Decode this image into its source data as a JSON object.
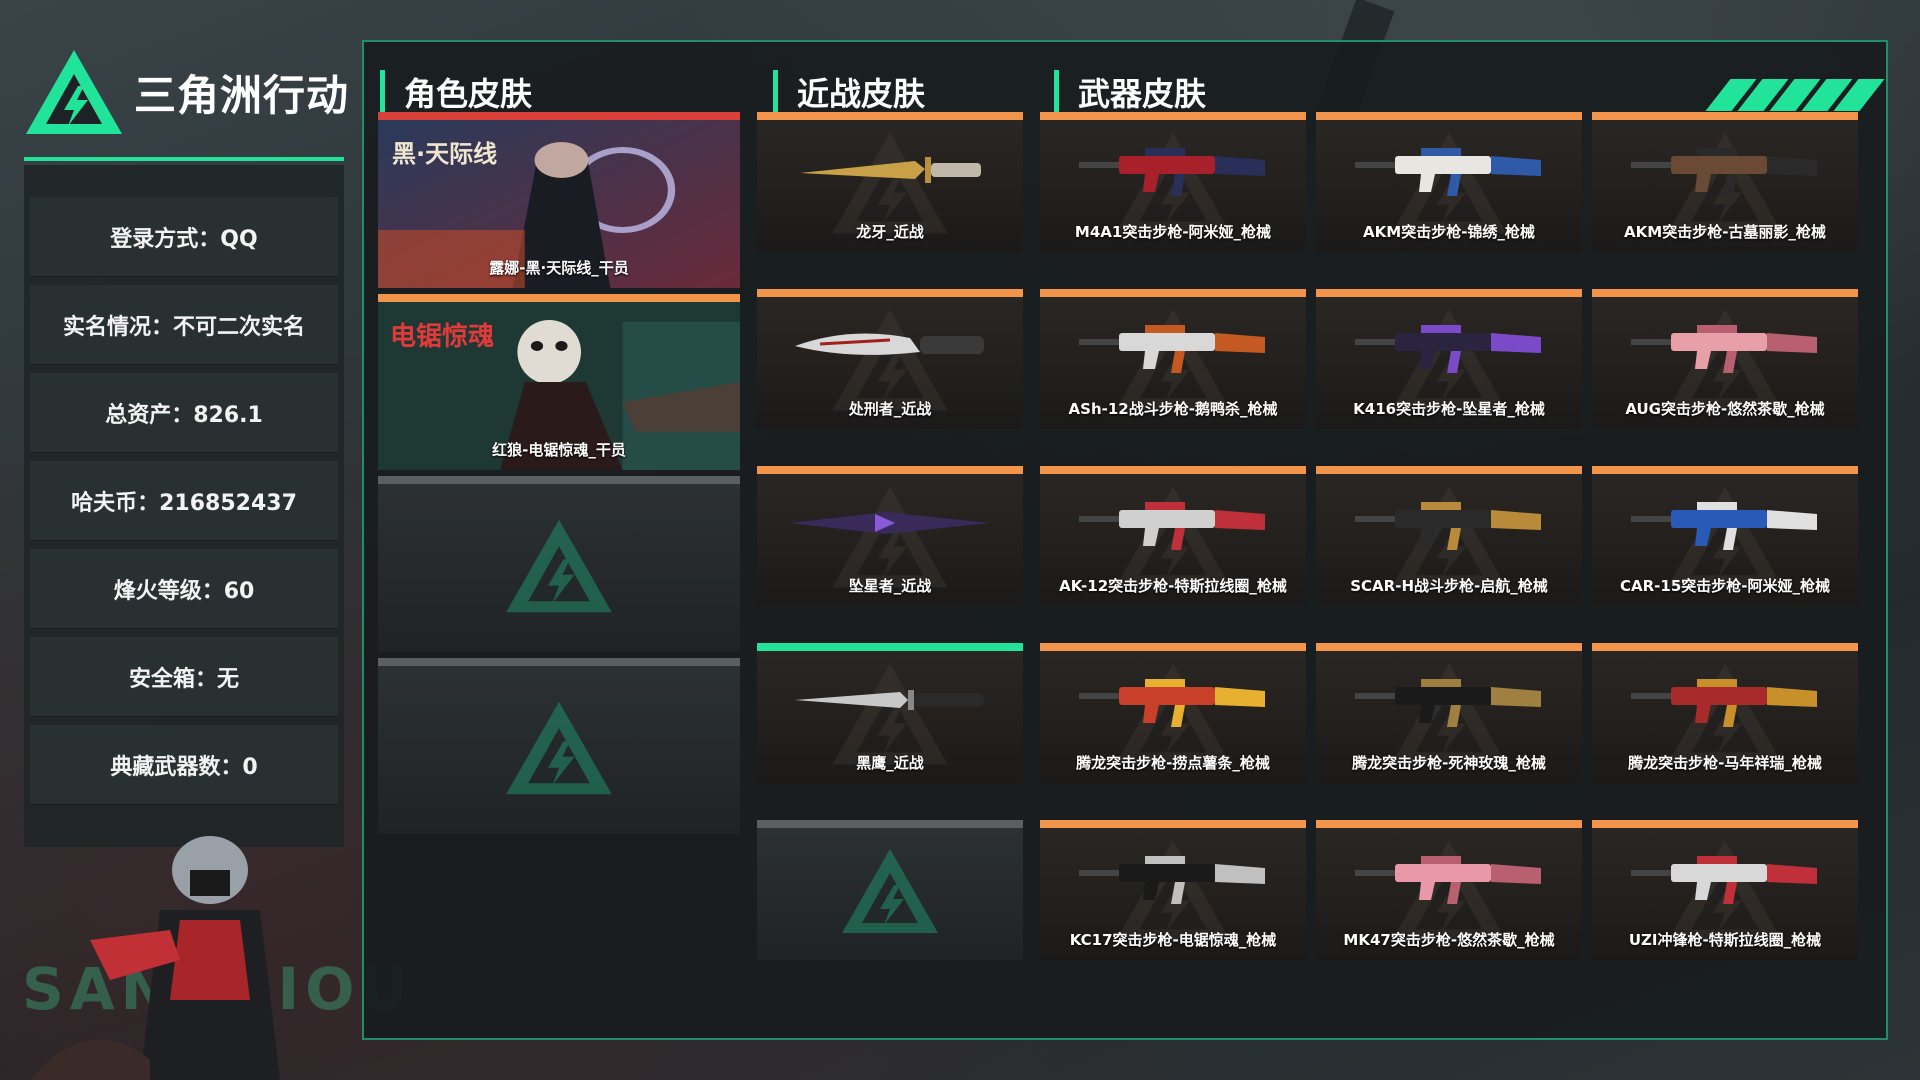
{
  "app": {
    "title": "三角洲行动",
    "watermark": "SANSHIOU"
  },
  "colors": {
    "accent": "#22e39a",
    "orange": "#f2954a",
    "red": "#d9403a",
    "gray": "#5a5f62"
  },
  "account": {
    "items": [
      {
        "key": "login",
        "text": "登录方式：QQ"
      },
      {
        "key": "realname",
        "text": "实名情况：不可二次实名"
      },
      {
        "key": "assets",
        "text": "总资产：826.1"
      },
      {
        "key": "haf",
        "text": "哈夫币：216852437"
      },
      {
        "key": "level",
        "text": "烽火等级：60"
      },
      {
        "key": "safebox",
        "text": "安全箱：无"
      },
      {
        "key": "collect",
        "text": "典藏武器数：0"
      }
    ]
  },
  "sections": {
    "character": "角色皮肤",
    "melee": "近战皮肤",
    "weapon": "武器皮肤"
  },
  "character_skins": [
    {
      "name": "露娜-黑·天际线_干员",
      "bar": "red",
      "art_title": "黑·天际线"
    },
    {
      "name": "红狼-电锯惊魂_干员",
      "bar": "orange",
      "art_title": "电锯惊魂"
    },
    {
      "name": "",
      "bar": "gray"
    },
    {
      "name": "",
      "bar": "gray"
    }
  ],
  "melee_skins": [
    {
      "name": "龙牙_近战",
      "bar": "orange",
      "icon": "knife-gold-icon"
    },
    {
      "name": "处刑者_近战",
      "bar": "orange",
      "icon": "blade-icon"
    },
    {
      "name": "坠星者_近战",
      "bar": "orange",
      "icon": "dagger-purple-icon"
    },
    {
      "name": "黑鹰_近战",
      "bar": "accent",
      "icon": "knife-icon"
    },
    {
      "name": "",
      "bar": "gray"
    }
  ],
  "weapon_skins": [
    {
      "name": "M4A1突击步枪-阿米娅_枪械",
      "c1": "#a8202a",
      "c2": "#2a2f5a"
    },
    {
      "name": "AKM突击步枪-锦绣_枪械",
      "c1": "#e8e6e0",
      "c2": "#2f5aa8"
    },
    {
      "name": "AKM突击步枪-古墓丽影_枪械",
      "c1": "#6a4a35",
      "c2": "#2a2a2a"
    },
    {
      "name": "ASh-12战斗步枪-鹅鸭杀_枪械",
      "c1": "#d8d8d8",
      "c2": "#c45a22"
    },
    {
      "name": "K416突击步枪-坠星者_枪械",
      "c1": "#2a2440",
      "c2": "#7a4ac8"
    },
    {
      "name": "AUG突击步枪-悠然茶歇_枪械",
      "c1": "#e8a0a8",
      "c2": "#b86070"
    },
    {
      "name": "AK-12突击步枪-特斯拉线圈_枪械",
      "c1": "#d0d0d0",
      "c2": "#c0303a"
    },
    {
      "name": "SCAR-H战斗步枪-启航_枪械",
      "c1": "#2a2a2a",
      "c2": "#b88a3a"
    },
    {
      "name": "CAR-15突击步枪-阿米娅_枪械",
      "c1": "#2a5ab8",
      "c2": "#e0e0e0"
    },
    {
      "name": "腾龙突击步枪-捞点薯条_枪械",
      "c1": "#c8402a",
      "c2": "#e8b030"
    },
    {
      "name": "腾龙突击步枪-死神玫瑰_枪械",
      "c1": "#1a1a1a",
      "c2": "#a08040"
    },
    {
      "name": "腾龙突击步枪-马年祥瑞_枪械",
      "c1": "#a82a2a",
      "c2": "#c8902a"
    },
    {
      "name": "KC17突击步枪-电锯惊魂_枪械",
      "c1": "#1a1a1a",
      "c2": "#c0c0c0"
    },
    {
      "name": "MK47突击步枪-悠然茶歇_枪械",
      "c1": "#e898a8",
      "c2": "#b86070"
    },
    {
      "name": "UZI冲锋枪-特斯拉线圈_枪械",
      "c1": "#d8d8d8",
      "c2": "#c0303a"
    }
  ]
}
